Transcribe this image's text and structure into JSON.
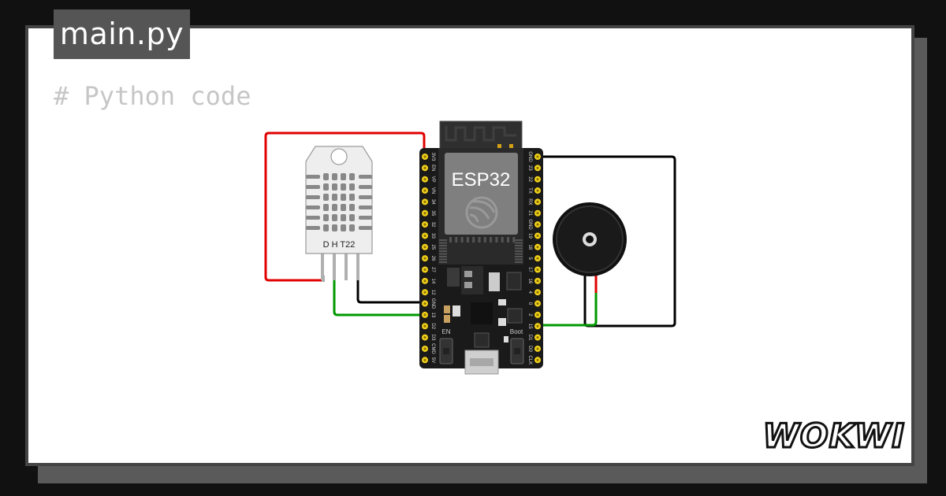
{
  "editor": {
    "file_tab": "main.py",
    "code_line": "# Python code"
  },
  "esp32": {
    "title": "ESP32",
    "btn_en": "EN",
    "btn_boot": "Boot",
    "left_pins": [
      "3V3",
      "EN",
      "VP",
      "VN",
      "34",
      "35",
      "32",
      "33",
      "25",
      "26",
      "27",
      "14",
      "12",
      "GND",
      "13",
      "D2",
      "D3",
      "CMD",
      "5V"
    ],
    "right_pins": [
      "GND",
      "23",
      "22",
      "TX",
      "RX",
      "21",
      "GND",
      "19",
      "18",
      "5",
      "17",
      "16",
      "4",
      "0",
      "2",
      "15",
      "D1",
      "D0",
      "CLK"
    ]
  },
  "dht": {
    "label": "D H T22"
  },
  "brand": {
    "logo": "WOKWI"
  },
  "colors": {
    "wire_red": "#e00000",
    "wire_green": "#009900",
    "wire_black": "#000000",
    "pin_yellow": "#f2d21b",
    "board": "#1a1a1a"
  }
}
